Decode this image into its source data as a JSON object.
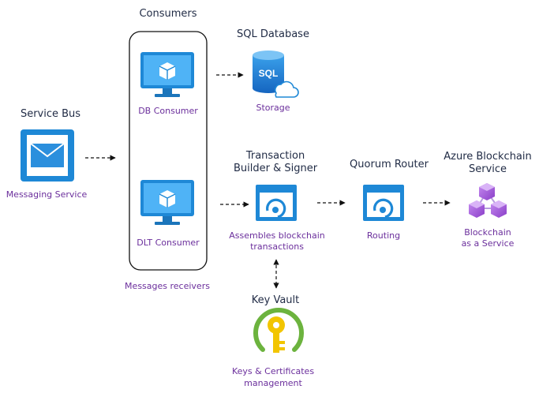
{
  "consumers": {
    "title": "Consumers",
    "db_consumer": "DB Consumer",
    "dlt_consumer": "DLT Consumer",
    "caption": "Messages receivers"
  },
  "service_bus": {
    "title": "Service Bus",
    "caption": "Messaging Service",
    "icon": "envelope-icon"
  },
  "sql_database": {
    "title": "SQL Database",
    "caption": "Storage",
    "icon_text": "SQL"
  },
  "transaction_builder": {
    "title_line1": "Transaction",
    "title_line2": "Builder & Signer",
    "caption_line1": "Assembles blockchain",
    "caption_line2": "transactions"
  },
  "quorum_router": {
    "title": "Quorum Router",
    "caption": "Routing"
  },
  "azure_blockchain": {
    "title_line1": "Azure Blockchain",
    "title_line2": "Service",
    "caption_line1": "Blockchain",
    "caption_line2": "as a Service"
  },
  "key_vault": {
    "title": "Key Vault",
    "caption_line1": "Keys & Certificates",
    "caption_line2": "management"
  },
  "colors": {
    "heading": "#1f2a44",
    "caption": "#6b2f9c",
    "azure_blue": "#1e88d6",
    "purple": "#9b4fd1",
    "key_yellow": "#f2c500",
    "key_green": "#6cb33e"
  }
}
